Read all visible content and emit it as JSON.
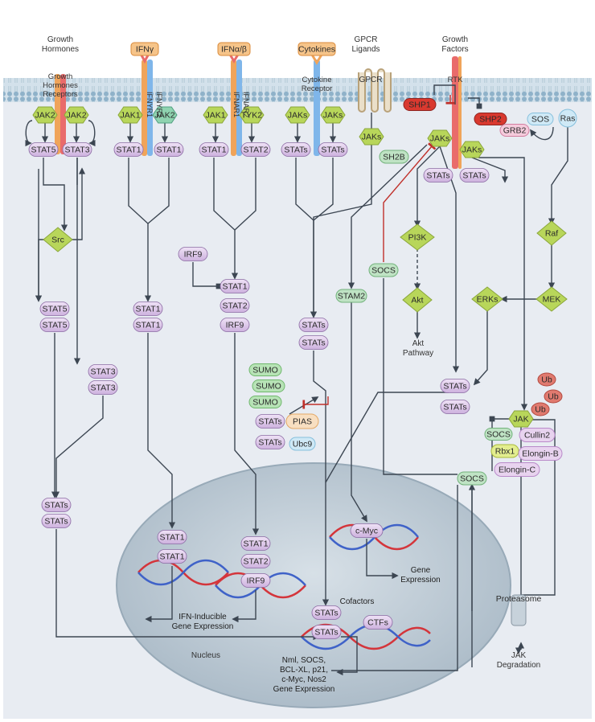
{
  "ligands": {
    "growth_hormones": [
      "Growth",
      "Hormones"
    ],
    "ifn_gamma": "IFNγ",
    "ifn_alpha_beta": "IFNα/β",
    "cytokines": "Cytokines",
    "gpcr_ligands": [
      "GPCR",
      "Ligands"
    ],
    "growth_factors": [
      "Growth",
      "Factors"
    ]
  },
  "receptors": {
    "gh_receptor": [
      "Growth",
      "Hormones",
      "Receptors"
    ],
    "ifnyr1": "IFNYR1",
    "ifnyr2": "IFNYR2",
    "ifnar1": "IFNAR1",
    "ifnar2": "IFNAR2",
    "cytokine_receptor": [
      "Cytokine",
      "Receptor"
    ],
    "gpcr": "GPCR",
    "rtk": "RTK"
  },
  "kinases": {
    "jak2_a": "JAK2",
    "jak2_b": "JAK2",
    "jak1_g": "JAK1",
    "jak2_g": "JAK2",
    "jak1_a": "JAK1",
    "tyk2": "TYK2",
    "jaks_c1": "JAKs",
    "jaks_c2": "JAKs",
    "jaks_gpcr": "JAKs",
    "jaks_rtk1": "JAKs",
    "jaks_rtk2": "JAKs",
    "src": "Src",
    "pi3k": "PI3K",
    "akt": "Akt",
    "raf": "Raf",
    "mek": "MEK",
    "erks": "ERKs",
    "jak_deg": "JAK"
  },
  "stats": {
    "stat5_m": "STAT5",
    "stat3_m": "STAT3",
    "stat1_g1": "STAT1",
    "stat1_g2": "STAT1",
    "stat1_a": "STAT1",
    "stat2_a": "STAT2",
    "stats_c1": "STATs",
    "stats_c2": "STATs",
    "stats_r1": "STATs",
    "stats_r2": "STATs",
    "stat5_d1": "STAT5",
    "stat5_d2": "STAT5",
    "stat3_d1": "STAT3",
    "stat3_d2": "STAT3",
    "stat1_d1": "STAT1",
    "stat1_d2": "STAT1",
    "stat1_isgf": "STAT1",
    "stat2_isgf": "STAT2",
    "irf9_isgf": "IRF9",
    "stats_cd1": "STATs",
    "stats_cd2": "STATs",
    "stats_rd1": "STATs",
    "stats_rd2": "STATs",
    "stats_l1": "STATs",
    "stats_l2": "STATs",
    "stats_sumo1": "STATs",
    "stats_sumo2": "STATs"
  },
  "other_proteins": {
    "irf9": "IRF9",
    "shp1": "SHP1",
    "shp2": "SHP2",
    "sos": "SOS",
    "ras": "Ras",
    "grb2": "GRB2",
    "sh2b": "SH2B",
    "socs_mid": "SOCS",
    "stam2": "STAM2",
    "sumo1": "SUMO",
    "sumo2": "SUMO",
    "sumo3": "SUMO",
    "pias": "PIAS",
    "ubc9": "Ubc9",
    "ub1": "Ub",
    "ub2": "Ub",
    "ub3": "Ub",
    "socs_complex": "SOCS",
    "cullin2": "Cullin2",
    "rbx1": "Rbx1",
    "elongin_b": "Elongin-B",
    "elongin_c": "Elongin-C",
    "socs_lower": "SOCS",
    "proteasome": "Proteasome"
  },
  "outcomes": {
    "akt_pathway": [
      "Akt",
      "Pathway"
    ],
    "jak_degradation": [
      "JAK",
      "Degradation"
    ]
  },
  "nucleus": {
    "label": "Nucleus",
    "stat1_n1": "STAT1",
    "stat1_n2": "STAT1",
    "stat1_isg": "STAT1",
    "stat2_isg": "STAT2",
    "irf9_isg": "IRF9",
    "cmyc": "c-Myc",
    "gene_expression": [
      "Gene",
      "Expression"
    ],
    "ifn_inducible": [
      "IFN-Inducible",
      "Gene Expression"
    ],
    "cofactors": "Cofactors",
    "stats_n1": "STATs",
    "stats_n2": "STATs",
    "ctfs": "CTFs",
    "target_genes": [
      "Nml, SOCS,",
      "BCL-XL, p21,",
      "c-Myc, Nos2",
      "Gene Expression"
    ]
  },
  "colors": {
    "cytoplasm": "#e8ecf2",
    "membrane": "#a9c4d6",
    "nucleus": "#b9c7d2",
    "stat_pill": "#dcc6e8",
    "kinase": "#b8d65a",
    "socs_green": "#bfe3c4",
    "shp_red": "#d9392f",
    "receptor_orange": "#f0a45a",
    "receptor_red": "#e96b6b",
    "receptor_blue": "#7fb6ea",
    "arrow": "#3c4652",
    "inhibit": "#c0302a",
    "dna_red": "#d4353b",
    "dna_blue": "#3f62c8"
  }
}
